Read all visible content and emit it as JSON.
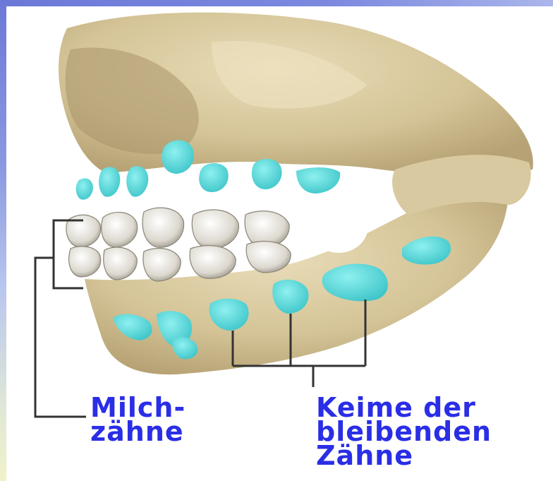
{
  "labels": {
    "primary_teeth": [
      "Milch-",
      "zähne"
    ],
    "permanent_teeth_germs": [
      "Keime der",
      "bleibenden",
      "Zähne"
    ]
  },
  "colors": {
    "bone": "#d8c9a0",
    "bone_shadow": "#b8a57a",
    "tooth": "#e8e6e0",
    "tooth_germ": "#55d6d6",
    "label_text": "#2a2ee6",
    "leader_line": "#333333",
    "frame_accent": "#6b78d8"
  }
}
